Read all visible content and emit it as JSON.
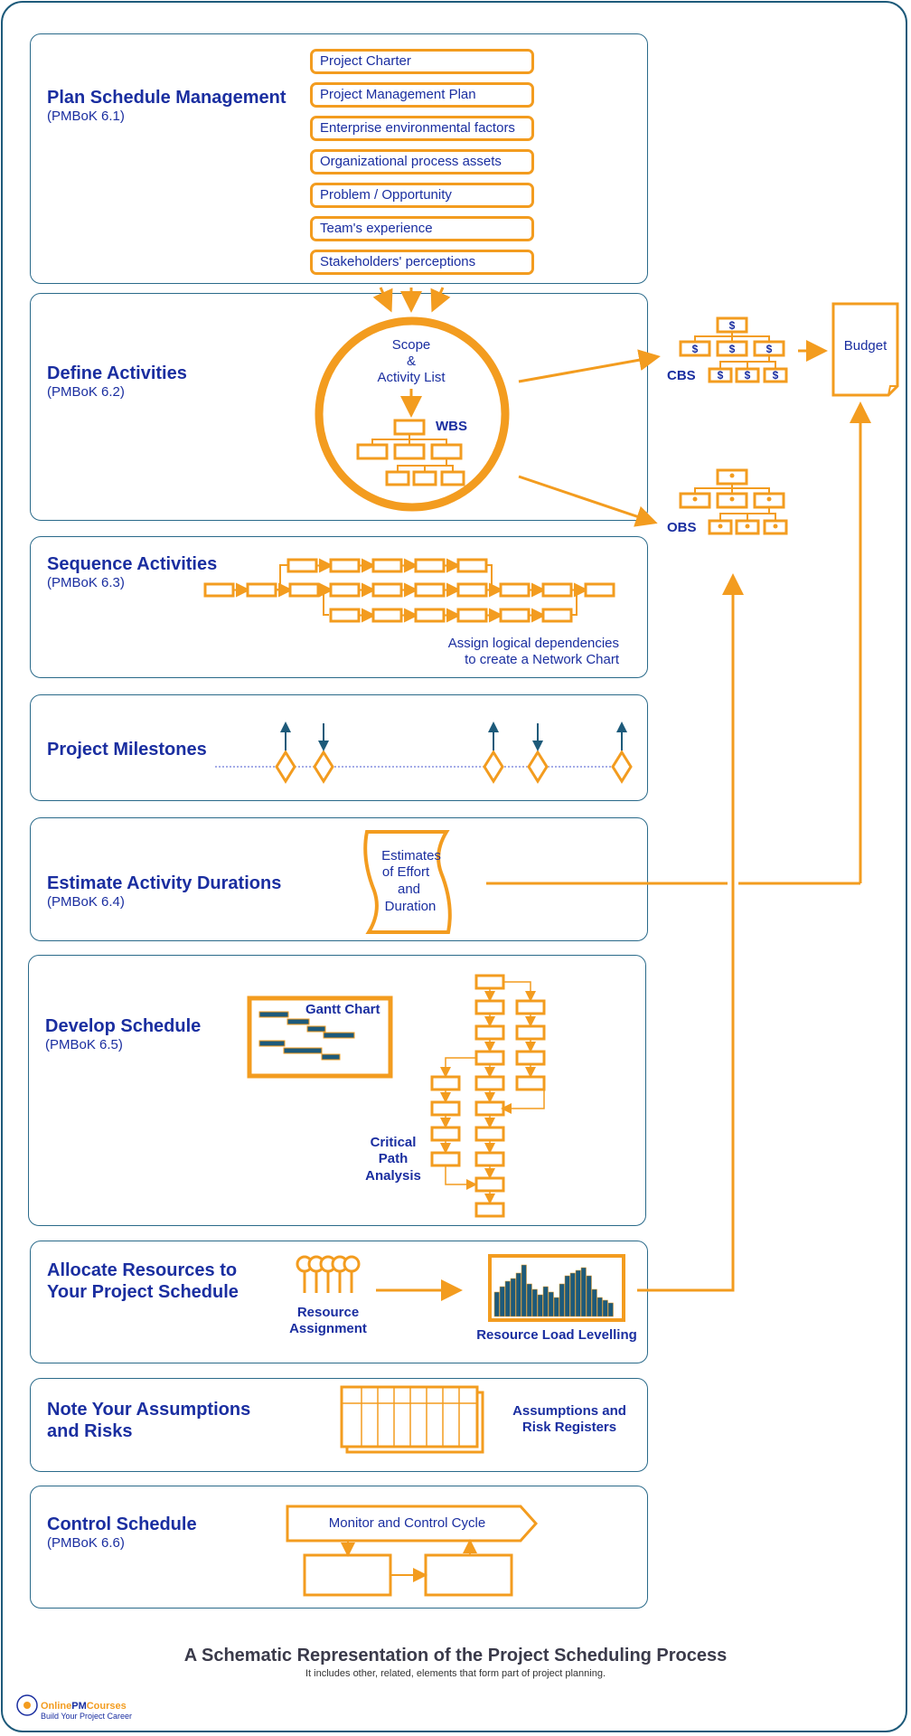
{
  "sections": {
    "plan": {
      "title": "Plan Schedule Management",
      "sub": "(PMBoK 6.1)"
    },
    "define": {
      "title": "Define Activities",
      "sub": "(PMBoK 6.2)"
    },
    "sequence": {
      "title": "Sequence Activities",
      "sub": "(PMBoK 6.3)",
      "note1": "Assign logical dependencies",
      "note2": "to create a Network Chart"
    },
    "milestones": {
      "title": "Project Milestones"
    },
    "estimate": {
      "title": "Estimate Activity Durations",
      "sub": "(PMBoK 6.4)",
      "doc1": "Estimates",
      "doc2": "of Effort",
      "doc3": "and",
      "doc4": "Duration"
    },
    "develop": {
      "title": "Develop Schedule",
      "sub": "(PMBoK 6.5)",
      "gantt": "Gantt Chart",
      "cpa1": "Critical",
      "cpa2": "Path",
      "cpa3": "Analysis"
    },
    "allocate": {
      "title1": "Allocate Resources to",
      "title2": "Your Project Schedule",
      "res1": "Resource",
      "res2": "Assignment",
      "levelling": "Resource Load Levelling"
    },
    "assumptions": {
      "title1": "Note Your Assumptions",
      "title2": "and Risks",
      "reg1": "Assumptions and",
      "reg2": "Risk Registers"
    },
    "control": {
      "title": "Control Schedule",
      "sub": "(PMBoK 6.6)",
      "cycle": "Monitor and Control Cycle"
    }
  },
  "plan_inputs": [
    "Project Charter",
    "Project Management Plan",
    "Enterprise environmental factors",
    "Organizational process assets",
    "Problem / Opportunity",
    "Team's experience",
    "Stakeholders' perceptions"
  ],
  "define_circle": {
    "line1": "Scope",
    "line2": "&",
    "line3": "Activity List",
    "wbs": "WBS"
  },
  "side": {
    "cbs": "CBS",
    "obs": "OBS",
    "budget": "Budget",
    "dollar": "$"
  },
  "footer": {
    "title": "A Schematic Representation of the Project Scheduling Process",
    "subtitle": "It includes other, related, elements that form part of project planning.",
    "logo_a": "Online",
    "logo_b": "PM",
    "logo_c": "Courses",
    "tagline": "Build Your Project Career"
  },
  "colors": {
    "orange": "#f39c1f",
    "navy": "#1a2ea0",
    "teal": "#1d5a7a"
  }
}
